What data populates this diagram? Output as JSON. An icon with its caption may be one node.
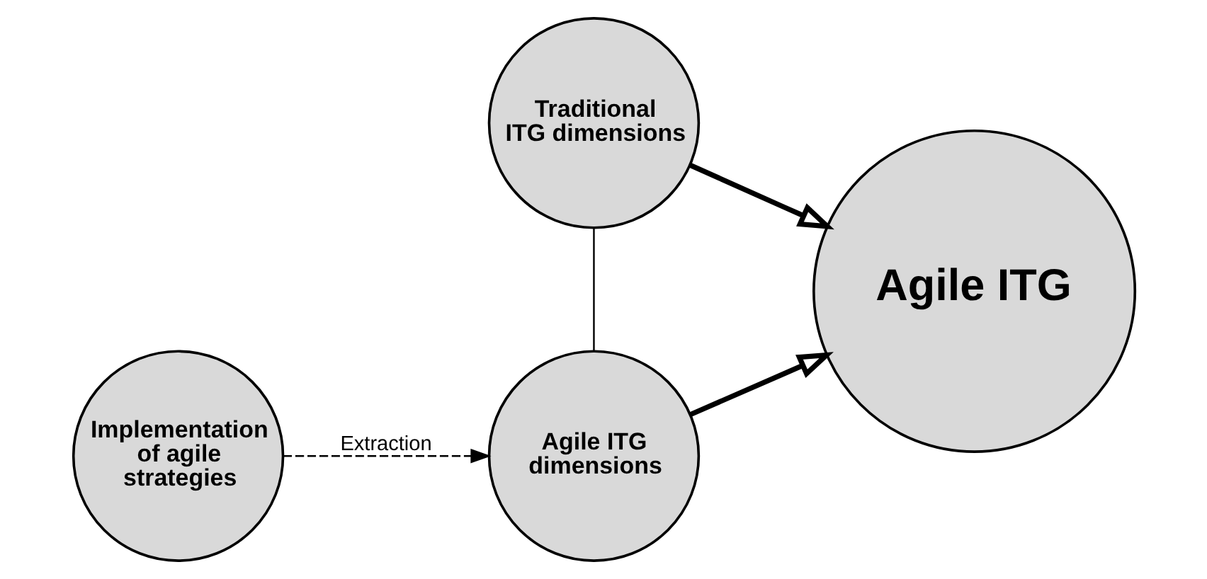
{
  "diagram": {
    "nodes": [
      {
        "text": [
          "Traditional ITG dimensions"
        ]
      },
      {
        "text": [
          "Agile ITG"
        ]
      },
      {
        "text": [
          "Implementation of agile strategies"
        ]
      },
      {
        "text": [
          "Agile ITG dimensions"
        ]
      }
    ],
    "edges": [
      {
        "from": 0,
        "to": 3,
        "arrow": "none"
      },
      {
        "from": 0,
        "to": 1,
        "arrow": "to",
        "style": "thick"
      },
      {
        "from": 3,
        "to": 1,
        "arrow": "to",
        "style": "thick"
      },
      {
        "from": 2,
        "to": 3,
        "arrow": "to",
        "style": "dashed",
        "label": "Extraction"
      }
    ]
  }
}
